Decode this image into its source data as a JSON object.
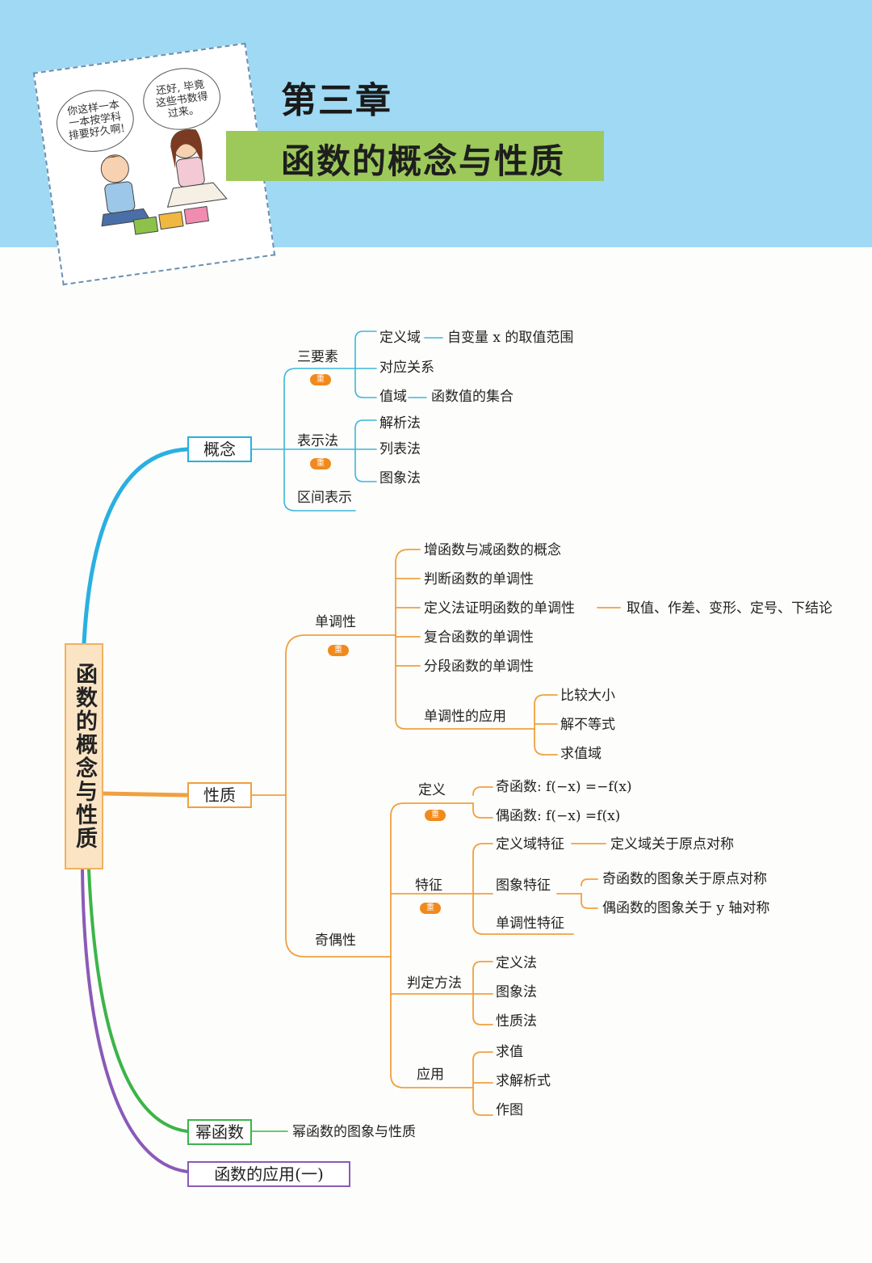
{
  "header": {
    "chapter": "第三章",
    "title": "函数的概念与性质",
    "comic": {
      "bubble_left": [
        "你这样一本",
        "一本按学科",
        "排要好久啊!"
      ],
      "bubble_right": [
        "还好, 毕竟",
        "这些书数得",
        "过来。"
      ]
    }
  },
  "colors": {
    "header_bg": "#9fd9f4",
    "title_bar": "#9cc95a",
    "blue_branch": "#29b0e0",
    "orange_branch": "#f0a040",
    "green_branch": "#3cb44a",
    "purple_branch": "#8a5ab8",
    "badge": "#f08a1c"
  },
  "badge_label": "重",
  "mindmap": {
    "root": "函数的概念与性质",
    "concept": {
      "label": "概念",
      "three_elements": "三要素",
      "domain": "定义域",
      "domain_desc": "自变量 x 的取值范围",
      "correspondence": "对应关系",
      "range": "值域",
      "range_desc": "函数值的集合",
      "representation": "表示法",
      "rep_methods": [
        "解析法",
        "列表法",
        "图象法"
      ],
      "interval": "区间表示"
    },
    "property": {
      "label": "性质",
      "monotonic": "单调性",
      "mono_items": [
        "增函数与减函数的概念",
        "判断函数的单调性",
        "定义法证明函数的单调性",
        "复合函数的单调性",
        "分段函数的单调性"
      ],
      "mono_proof_steps": "取值、作差、变形、定号、下结论",
      "mono_app": "单调性的应用",
      "mono_app_items": [
        "比较大小",
        "解不等式",
        "求值域"
      ],
      "parity": "奇偶性",
      "definition": "定义",
      "odd_def": "奇函数: f(−x) =−f(x)",
      "even_def": "偶函数: f(−x) =f(x)",
      "feature": "特征",
      "domain_feature": "定义域特征",
      "domain_feature_desc": "定义域关于原点对称",
      "graph_feature": "图象特征",
      "odd_graph": "奇函数的图象关于原点对称",
      "even_graph": "偶函数的图象关于 y 轴对称",
      "mono_feature": "单调性特征",
      "judge": "判定方法",
      "judge_items": [
        "定义法",
        "图象法",
        "性质法"
      ],
      "application": "应用",
      "app_items": [
        "求值",
        "求解析式",
        "作图"
      ]
    },
    "power": {
      "label": "幂函数",
      "desc": "幂函数的图象与性质"
    },
    "application": {
      "label": "函数的应用(一)"
    }
  }
}
